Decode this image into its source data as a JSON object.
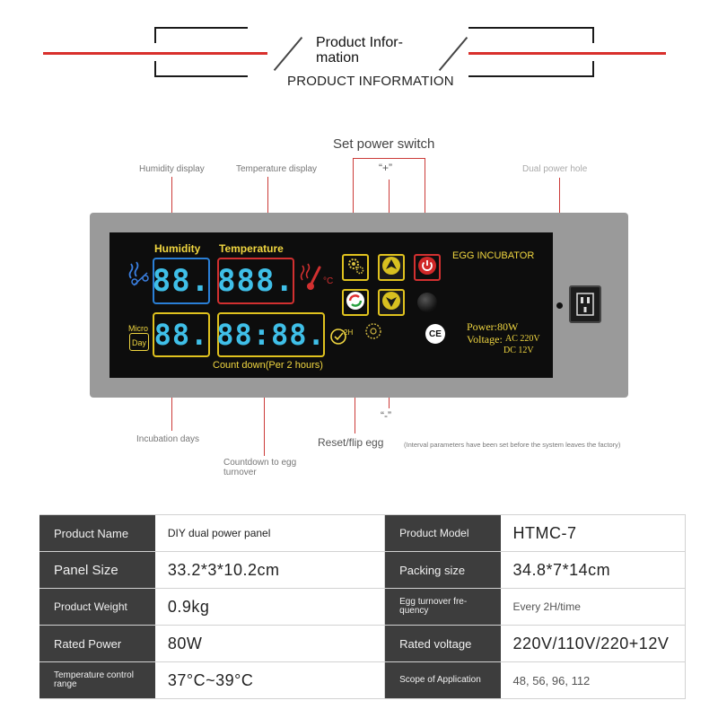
{
  "header": {
    "title": "Product Infor-\nmation",
    "subtitle": "PRODUCT INFORMATION"
  },
  "callouts": {
    "set_power_switch": "Set power switch",
    "humidity_display": "Humidity display",
    "temperature_display": "Temperature display",
    "plus": "“+”",
    "dual_power_hole": "Dual power hole",
    "incubation_days": "Incubation days",
    "countdown": "Countdown to egg turnover",
    "reset_flip": "Reset/flip egg",
    "minus": "“-”",
    "interval_note": "(Interval parameters have been set before the system leaves the factory)"
  },
  "device": {
    "humidity_label": "Humidity",
    "temperature_label": "Temperature",
    "humidity_digits": "88.",
    "temperature_digits": "888.",
    "days_digits": "88.",
    "countdown_digits": "88:88.",
    "micro_label": "Micro",
    "day_label": "Day",
    "countdown_label": "Count down(Per 2 hours)",
    "celsius": "°C",
    "egg_incubator": "EGG INCUBATOR",
    "power": "Power:80W",
    "voltage_label": "Voltage:",
    "voltage_ac": "AC 220V",
    "voltage_dc": "DC 12V",
    "ce_mark": "CE",
    "timer_mark": "2H"
  },
  "table": {
    "rows": [
      {
        "k1": "Product Name",
        "v1": "DIY dual power panel",
        "k2": "Product Model",
        "v2": "HTMC-7"
      },
      {
        "k1": "Panel Size",
        "v1": "33.2*3*10.2cm",
        "k2": "Packing size",
        "v2": "34.8*7*14cm"
      },
      {
        "k1": "Product Weight",
        "v1": "0.9kg",
        "k2": "Egg turnover fre-\nquency",
        "v2": "Every 2H/time"
      },
      {
        "k1": "Rated Power",
        "v1": "80W",
        "k2": "Rated voltage",
        "v2": "220V/110V/220+12V"
      },
      {
        "k1": "Temperature control range",
        "v1": "37°C~39°C",
        "k2": "Scope of Application",
        "v2": "48, 56, 96, 112"
      }
    ]
  },
  "colors": {
    "accent_red": "#d9302c",
    "table_key_bg": "#3d3d3d",
    "lcd_yellow": "#f0d640",
    "lcd_cyan": "#3fbfe8",
    "panel_grey": "#9a9a9a"
  }
}
